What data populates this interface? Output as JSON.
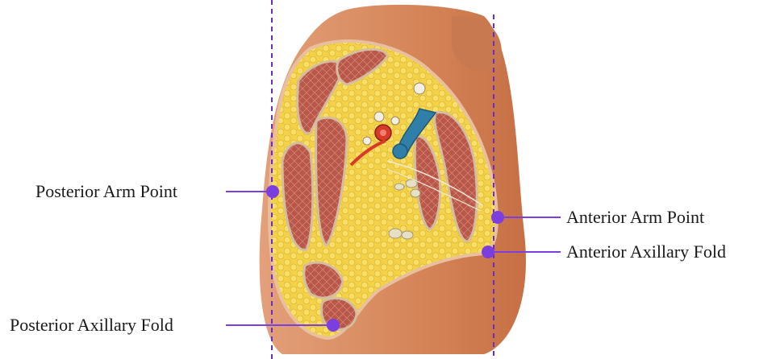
{
  "diagram": {
    "labels": {
      "posterior_arm_point": "Posterior Arm Point",
      "anterior_arm_point": "Anterior Arm Point",
      "anterior_axillary_fold": "Anterior Axillary Fold",
      "posterior_axillary_fold": "Posterior Axillary Fold"
    },
    "colors": {
      "marker": "#7b3fe0",
      "guide_line": "#6b2fc0",
      "skin": "#d98d62",
      "fat": "#f2cf3c",
      "muscle": "#b8584a",
      "artery": "#d83a2a",
      "vein": "#2f7fa8"
    }
  }
}
